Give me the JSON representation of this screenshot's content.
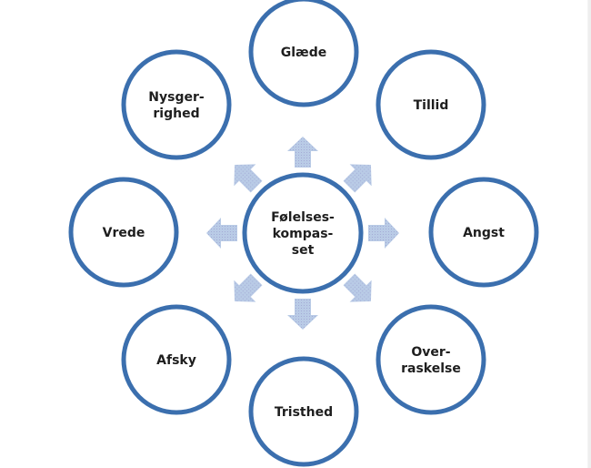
{
  "diagram": {
    "title": "Følelseskompasset",
    "center": {
      "lines": [
        "Følelses-",
        "kompas-",
        "set"
      ]
    },
    "nodes": [
      {
        "id": "glaede",
        "lines": [
          "Glæde"
        ],
        "direction": "up"
      },
      {
        "id": "tillid",
        "lines": [
          "Tillid"
        ],
        "direction": "up-right"
      },
      {
        "id": "angst",
        "lines": [
          "Angst"
        ],
        "direction": "right"
      },
      {
        "id": "overraskelse",
        "lines": [
          "Over-",
          "raskelse"
        ],
        "direction": "down-right"
      },
      {
        "id": "tristhed",
        "lines": [
          "Tristhed"
        ],
        "direction": "down"
      },
      {
        "id": "afsky",
        "lines": [
          "Afsky"
        ],
        "direction": "down-left"
      },
      {
        "id": "vrede",
        "lines": [
          "Vrede"
        ],
        "direction": "left"
      },
      {
        "id": "nysgerrighed",
        "lines": [
          "Nysger-",
          "righed"
        ],
        "direction": "up-left"
      }
    ],
    "colors": {
      "ring": "#3b6fae",
      "arrow": "#b4c6e4",
      "text": "#1e1e1e"
    }
  }
}
